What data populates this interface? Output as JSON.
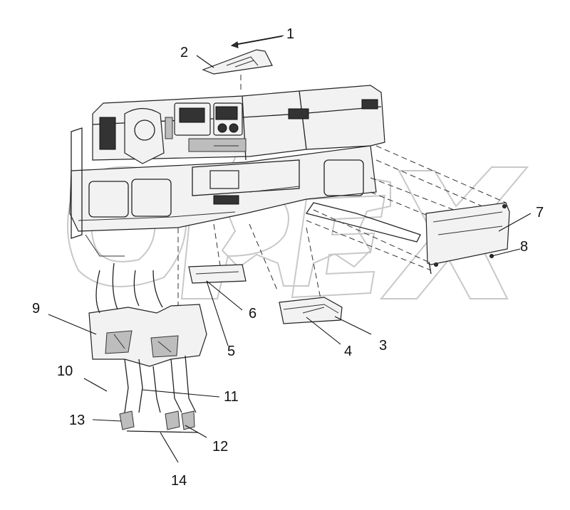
{
  "diagram": {
    "callouts": [
      {
        "id": "1",
        "text": "1"
      },
      {
        "id": "2",
        "text": "2"
      },
      {
        "id": "3",
        "text": "3"
      },
      {
        "id": "4",
        "text": "4"
      },
      {
        "id": "5",
        "text": "5"
      },
      {
        "id": "6",
        "text": "6"
      },
      {
        "id": "7",
        "text": "7"
      },
      {
        "id": "8",
        "text": "8"
      },
      {
        "id": "9",
        "text": "9"
      },
      {
        "id": "10",
        "text": "10"
      },
      {
        "id": "11",
        "text": "11"
      },
      {
        "id": "12",
        "text": "12"
      },
      {
        "id": "13",
        "text": "13"
      },
      {
        "id": "14",
        "text": "14"
      }
    ],
    "watermark": {
      "text": "OPEX"
    },
    "colors": {
      "line": "#222222",
      "watermark": "#c8c8c8",
      "background": "#ffffff"
    }
  }
}
